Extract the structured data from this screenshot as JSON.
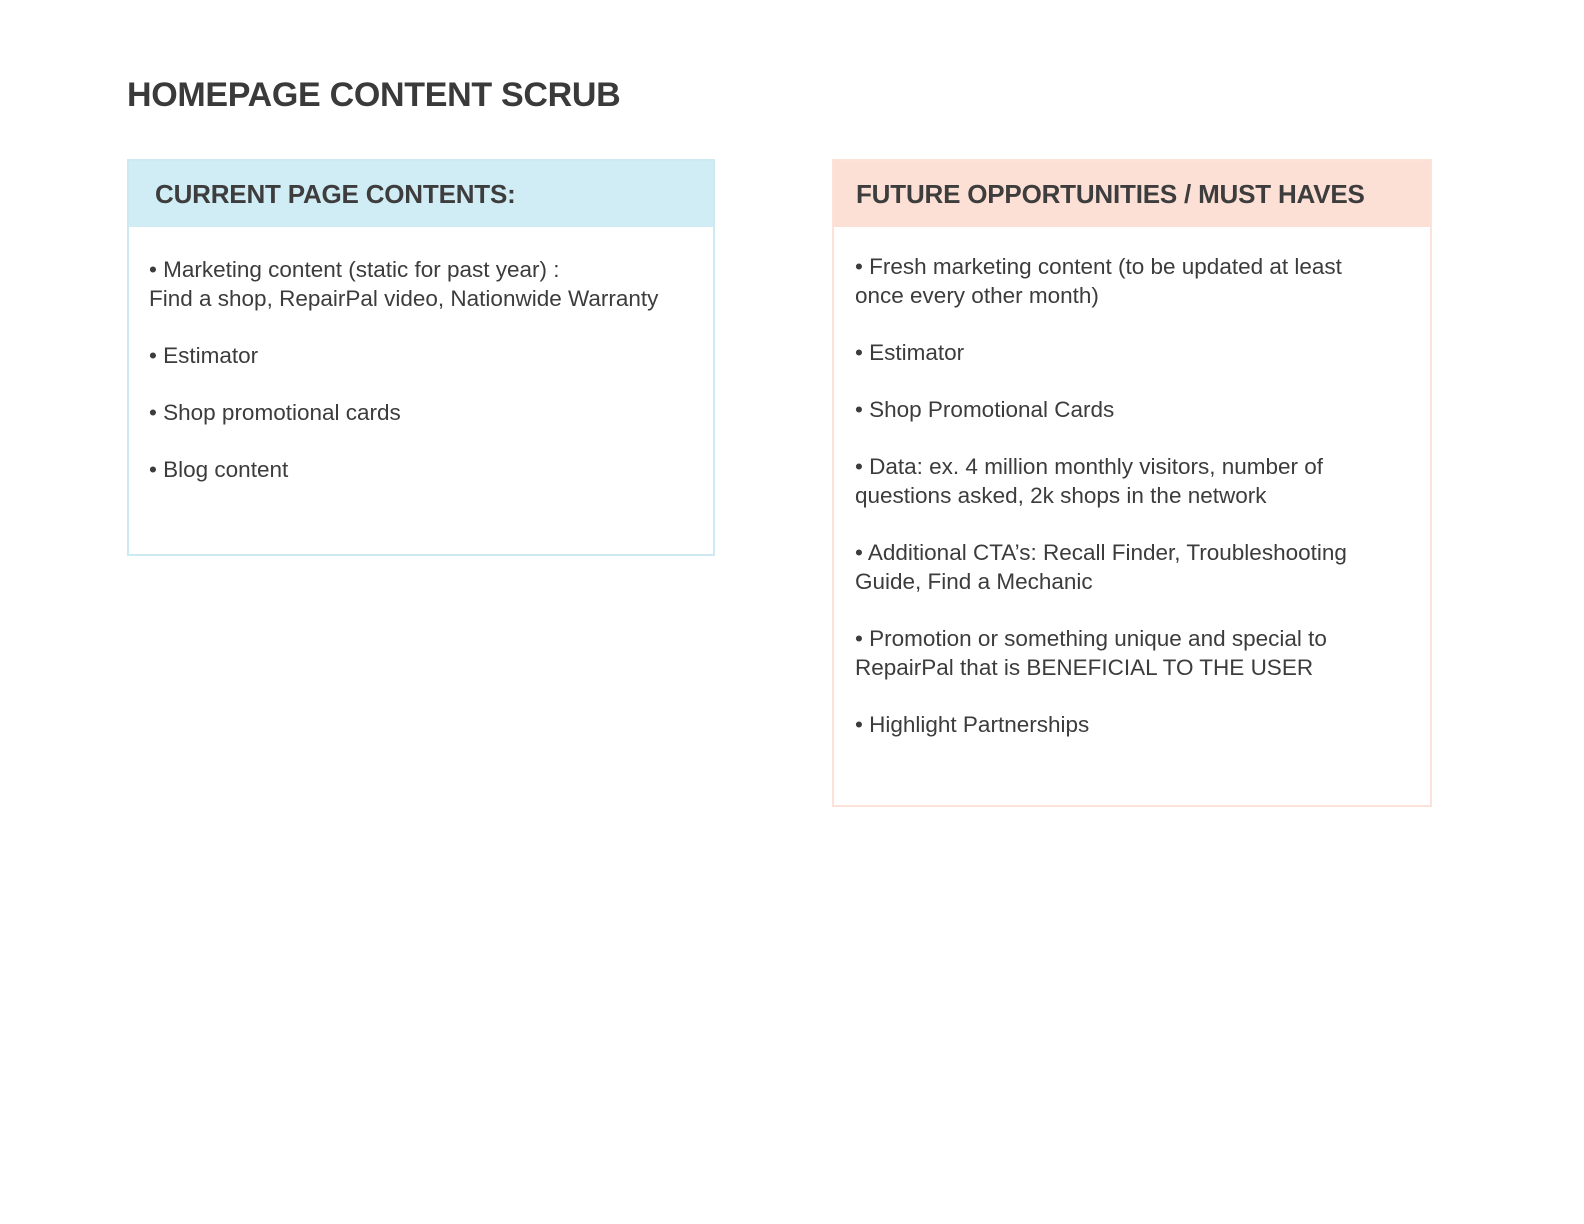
{
  "page": {
    "title": "HOMEPAGE CONTENT SCRUB"
  },
  "current": {
    "heading": "CURRENT PAGE CONTENTS:",
    "items": [
      "• Marketing content (static for past year) :\nFind a shop, RepairPal video, Nationwide Warranty",
      "• Estimator",
      "• Shop promotional cards",
      "• Blog content"
    ]
  },
  "future": {
    "heading": "FUTURE OPPORTUNITIES / MUST HAVES",
    "items": [
      "• Fresh marketing content (to be updated at least\nonce every other month)",
      "• Estimator",
      "• Shop Promotional Cards",
      "• Data: ex. 4 million monthly visitors, number of\nquestions asked, 2k shops in the network",
      "• Additional CTA’s: Recall Finder, Troubleshooting\nGuide, Find a Mechanic",
      "• Promotion or something unique and special to\nRepairPal that is BENEFICIAL TO THE USER",
      "• Highlight Partnerships"
    ]
  },
  "colors": {
    "current_header_bg": "#d0ecf4",
    "current_border": "#cde9f2",
    "future_header_bg": "#fde0d5",
    "future_border": "#fde2d9",
    "text": "#3c3c3c"
  }
}
